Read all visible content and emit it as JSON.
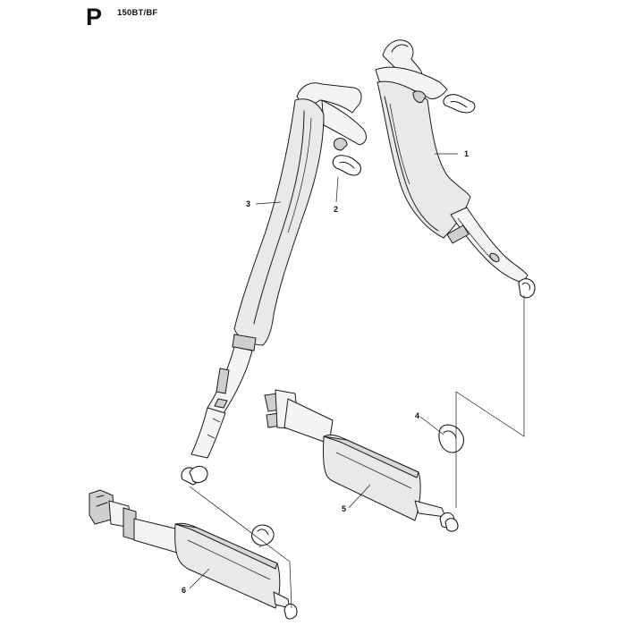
{
  "header": {
    "page_letter": "P",
    "model": "150BT/BF"
  },
  "callouts": {
    "c1": "1",
    "c2": "2",
    "c3": "3",
    "c4": "4",
    "c5": "5",
    "c6": "6"
  },
  "colors": {
    "line": "#1a1a1a",
    "pad_fill": "#e9e9e9",
    "background": "#ffffff"
  }
}
